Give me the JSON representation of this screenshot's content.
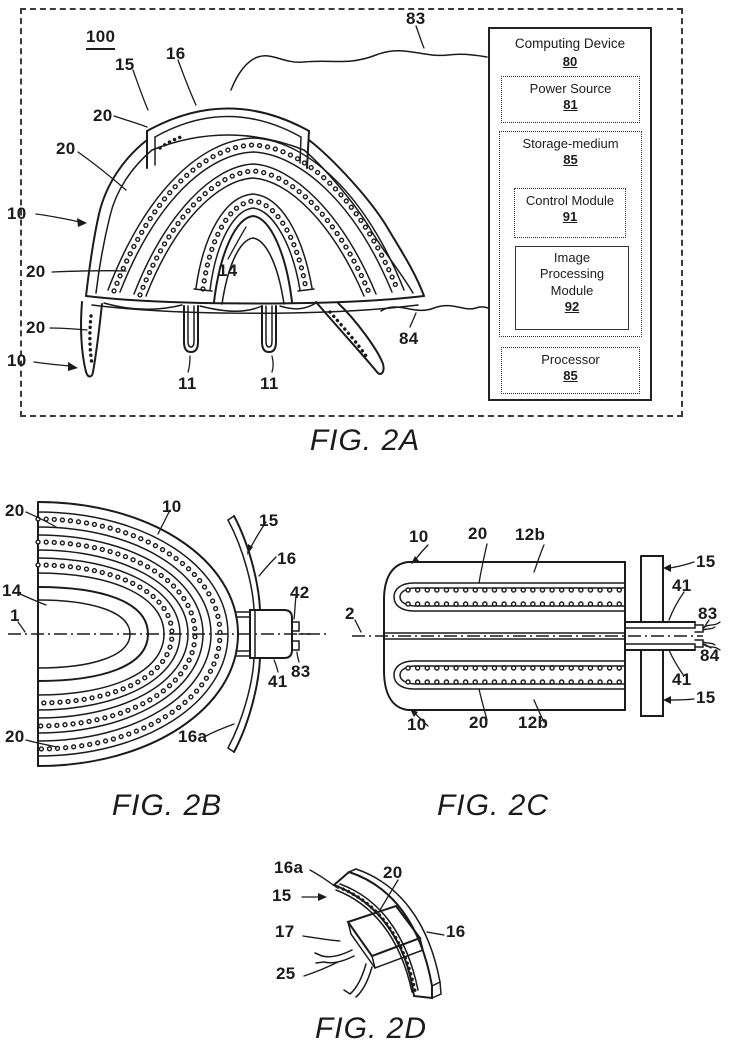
{
  "fig2a": {
    "caption": "FIG. 2A",
    "callouts": [
      "100",
      "15",
      "16",
      "83",
      "20",
      "20",
      "10",
      "20",
      "20",
      "10",
      "14",
      "11",
      "11",
      "84"
    ],
    "computing_device": {
      "title": "Computing Device",
      "ref": "80",
      "power": {
        "label": "Power Source",
        "ref": "81"
      },
      "storage": {
        "label": "Storage-medium",
        "ref": "85"
      },
      "control": {
        "label": "Control Module",
        "ref": "91"
      },
      "image": {
        "label": "Image Processing Module",
        "ref": "92"
      },
      "processor": {
        "label": "Processor",
        "ref": "85"
      }
    }
  },
  "fig2b": {
    "caption": "FIG. 2B",
    "callouts": [
      "20",
      "10",
      "15",
      "16",
      "42",
      "14",
      "1",
      "41",
      "83",
      "16a",
      "20"
    ]
  },
  "fig2c": {
    "caption": "FIG. 2C",
    "callouts": [
      "10",
      "20",
      "12b",
      "15",
      "41",
      "83",
      "84",
      "41",
      "15",
      "2",
      "10",
      "20",
      "12b"
    ]
  },
  "fig2d": {
    "caption": "FIG. 2D",
    "callouts": [
      "16a",
      "20",
      "15",
      "17",
      "16",
      "25"
    ]
  }
}
